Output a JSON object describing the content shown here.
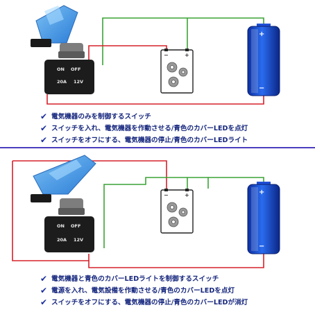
{
  "colors": {
    "wire_green": "#3aa335",
    "wire_red": "#d6202a",
    "battery_blue": "#1e4fd6",
    "switch_cover_blue": "#3b8fe0",
    "divider": "#4b3dbf",
    "text": "#16277e"
  },
  "icons": {
    "bullet": "checkmark-icon",
    "load": "gear-icon",
    "power": "battery-icon"
  },
  "switch": {
    "on": "ON",
    "off": "OFF",
    "amp": "20A",
    "volt": "12V"
  },
  "load": {
    "minus": "−",
    "plus": "+"
  },
  "battery": {
    "plus": "+",
    "minus": "−"
  },
  "top": {
    "bullets": [
      "電気機器のみを制御するスイッチ",
      "スイッチを入れ、電気機器を作動させる/青色のカバーLEDを点灯",
      "スイッチをオフにする、電気機器の停止/青色のカバーLEDライト"
    ]
  },
  "bottom": {
    "bullets": [
      "電気機器と青色のカバーLEDライトを制御するスイッチ",
      "電源を入れ、電気設備を作動させる/青色のカバーLEDを点灯",
      "スイッチをオフにする、電気機器の停止/青色のカバーLEDが消灯"
    ]
  }
}
